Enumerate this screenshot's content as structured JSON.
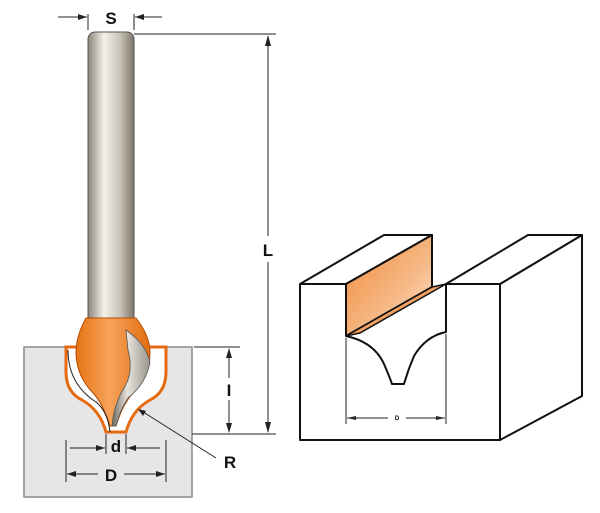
{
  "labels": {
    "shank_diameter": "S",
    "total_length": "L",
    "cut_depth": "I",
    "tip_diameter": "d",
    "cut_diameter": "D",
    "radius": "R",
    "groove_width": "D"
  },
  "colors": {
    "cutter_orange": "#f28a2c",
    "cutter_highlight": "#fbd3ae",
    "shank_steel": "#c8c2b6",
    "workpiece_fill": "#e6e6e6",
    "outline": "#111111"
  }
}
